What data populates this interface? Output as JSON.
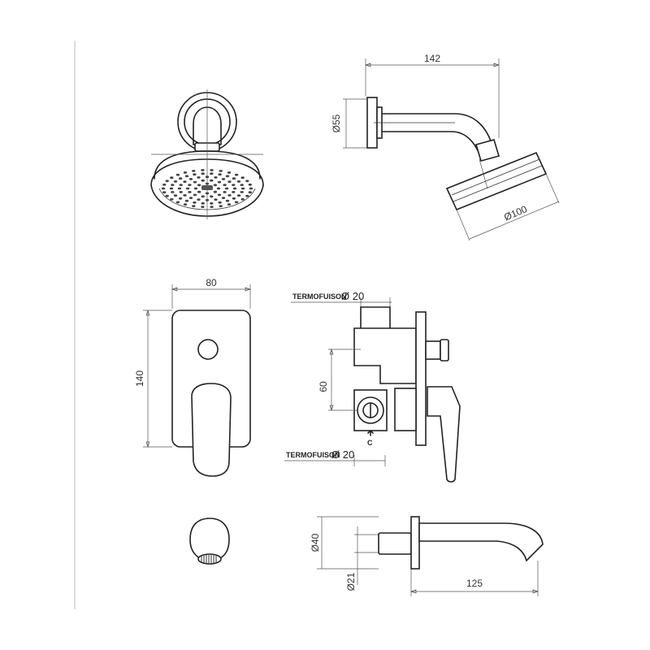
{
  "dimensions": {
    "shower_arm_length": "142",
    "shower_flange_dia": "Ø55",
    "shower_head_dia": "Ø100",
    "plate_width": "80",
    "plate_height": "140",
    "inlet_spacing": "60",
    "spout_flange_dia": "Ø40",
    "spout_outlet_dia": "Ø21",
    "spout_length": "125"
  },
  "labels": {
    "top_inlet_prefix": "TERMOFUISON",
    "top_inlet_dia": "Ø 20",
    "bottom_inlet_prefix": "TERMOFUISON",
    "bottom_inlet_dia": "Ø 20",
    "cold_marker": "C"
  }
}
